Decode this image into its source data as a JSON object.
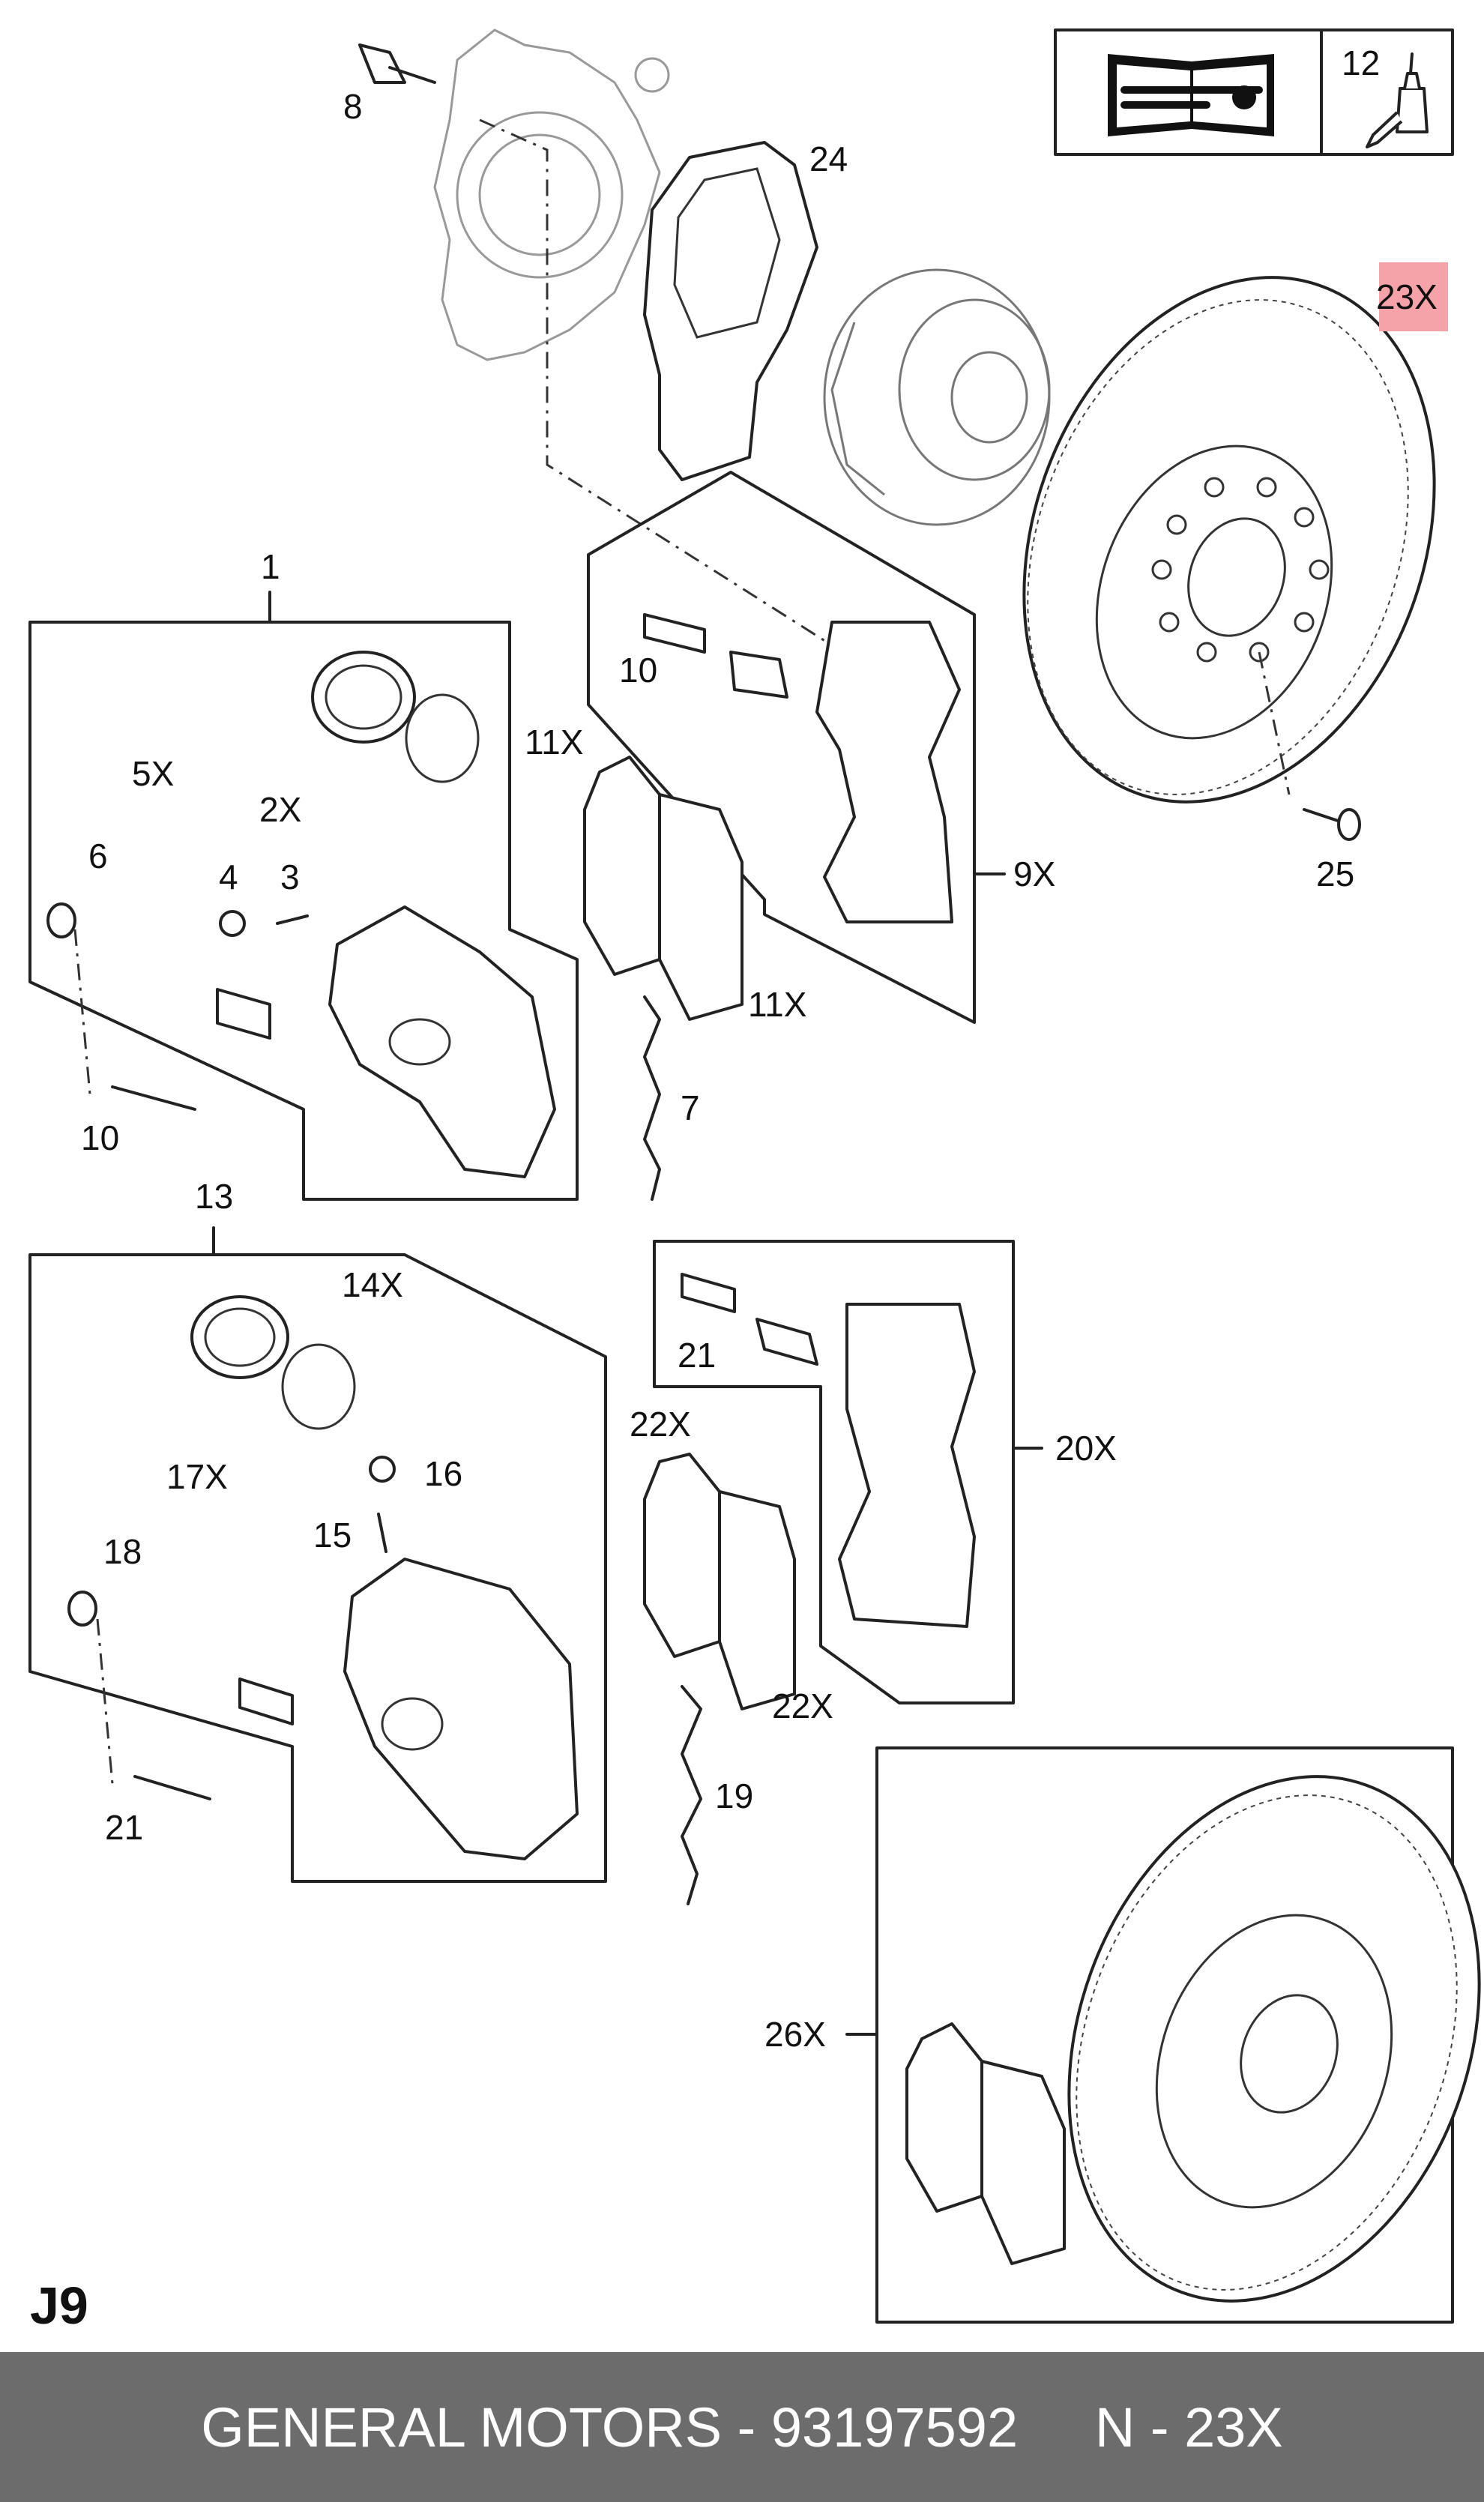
{
  "callouts": {
    "c1": "1",
    "c2x": "2X",
    "c3": "3",
    "c4": "4",
    "c5x": "5X",
    "c6": "6",
    "c7": "7",
    "c8": "8",
    "c9x": "9X",
    "c10a": "10",
    "c10b": "10",
    "c11xa": "11X",
    "c11xb": "11X",
    "c12": "12",
    "c13": "13",
    "c14x": "14X",
    "c15": "15",
    "c16": "16",
    "c17x": "17X",
    "c18": "18",
    "c19": "19",
    "c20x": "20X",
    "c21a": "21",
    "c21b": "21",
    "c22xa": "22X",
    "c22xb": "22X",
    "c23x": "23X",
    "c24": "24",
    "c25": "25",
    "c26x": "26X"
  },
  "highlight_color": "#f5a3a8",
  "page_code": "J9",
  "footer": {
    "brand": "GENERAL MOTORS",
    "separator": " - ",
    "part_number": "93197592",
    "gap": "     ",
    "position_label": "N - 23X"
  },
  "icons": [
    "workshop-manual-icon",
    "sealant-bottle-icon"
  ]
}
